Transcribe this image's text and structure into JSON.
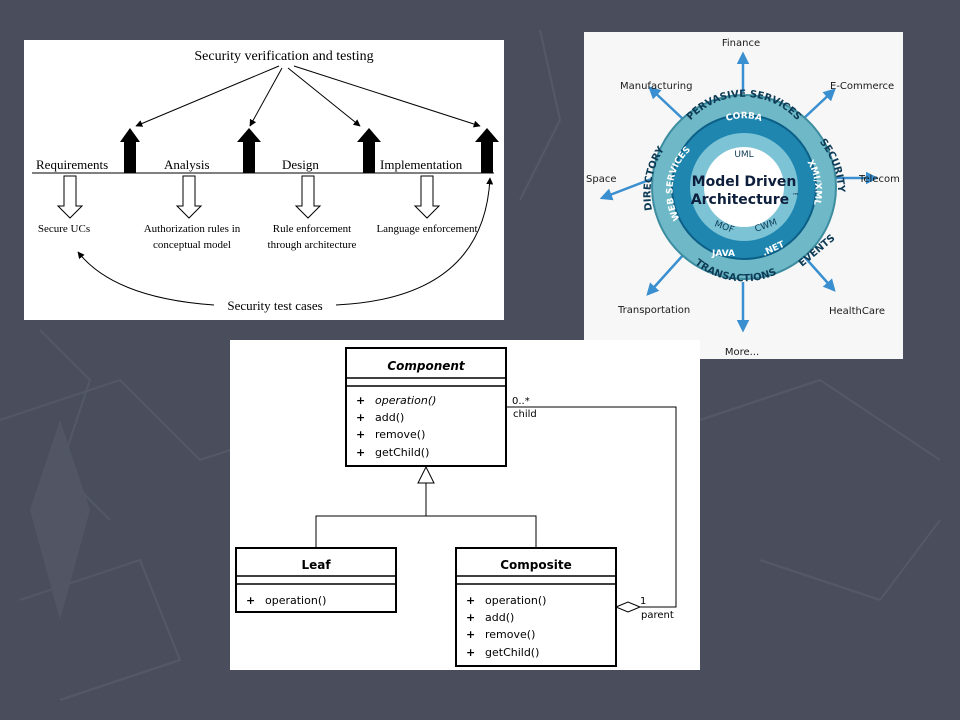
{
  "security_diagram": {
    "title": "Security verification and testing",
    "phases": [
      "Requirements",
      "Analysis",
      "Design",
      "Implementation"
    ],
    "outputs": [
      {
        "line1": "Secure UCs",
        "line2": ""
      },
      {
        "line1": "Authorization rules in",
        "line2": "conceptual   model"
      },
      {
        "line1": "Rule enforcement",
        "line2": "through architecture"
      },
      {
        "line1": "Language enforcement",
        "line2": ""
      }
    ],
    "bottom_label": "Security test cases"
  },
  "mda_diagram": {
    "center_line1": "Model Driven",
    "center_line2": "Architecture",
    "trademark": "™",
    "inner_labels": [
      "UML",
      "MOF",
      "CWM"
    ],
    "ring_labels": [
      "CORBA",
      "XMI/XML",
      ".NET",
      "JAVA",
      "WEB SERVICES"
    ],
    "outer_ring_labels": [
      "PERVASIVE SERVICES",
      "SECURITY",
      "EVENTS",
      "TRANSACTIONS",
      "DIRECTORY"
    ],
    "domains": [
      "Finance",
      "E-Commerce",
      "Telecom",
      "HealthCare",
      "More...",
      "Transportation",
      "Space",
      "Manufacturing"
    ],
    "colors": {
      "outer_ring": "#6fb8c8",
      "mid_ring": "#1f86b0",
      "inner_ring": "#7cc3d6",
      "core": "#ffffff",
      "arrow": "#3a8fd0"
    }
  },
  "uml_diagram": {
    "component": {
      "name": "Component",
      "ops": [
        "operation()",
        "add()",
        "remove()",
        "getChild()"
      ]
    },
    "leaf": {
      "name": "Leaf",
      "ops": [
        "operation()"
      ]
    },
    "composite": {
      "name": "Composite",
      "ops": [
        "operation()",
        "add()",
        "remove()",
        "getChild()"
      ]
    },
    "visibility": "+",
    "assoc_child_mult": "0..*",
    "assoc_child_role": "child",
    "assoc_parent_mult": "1",
    "assoc_parent_role": "parent"
  }
}
